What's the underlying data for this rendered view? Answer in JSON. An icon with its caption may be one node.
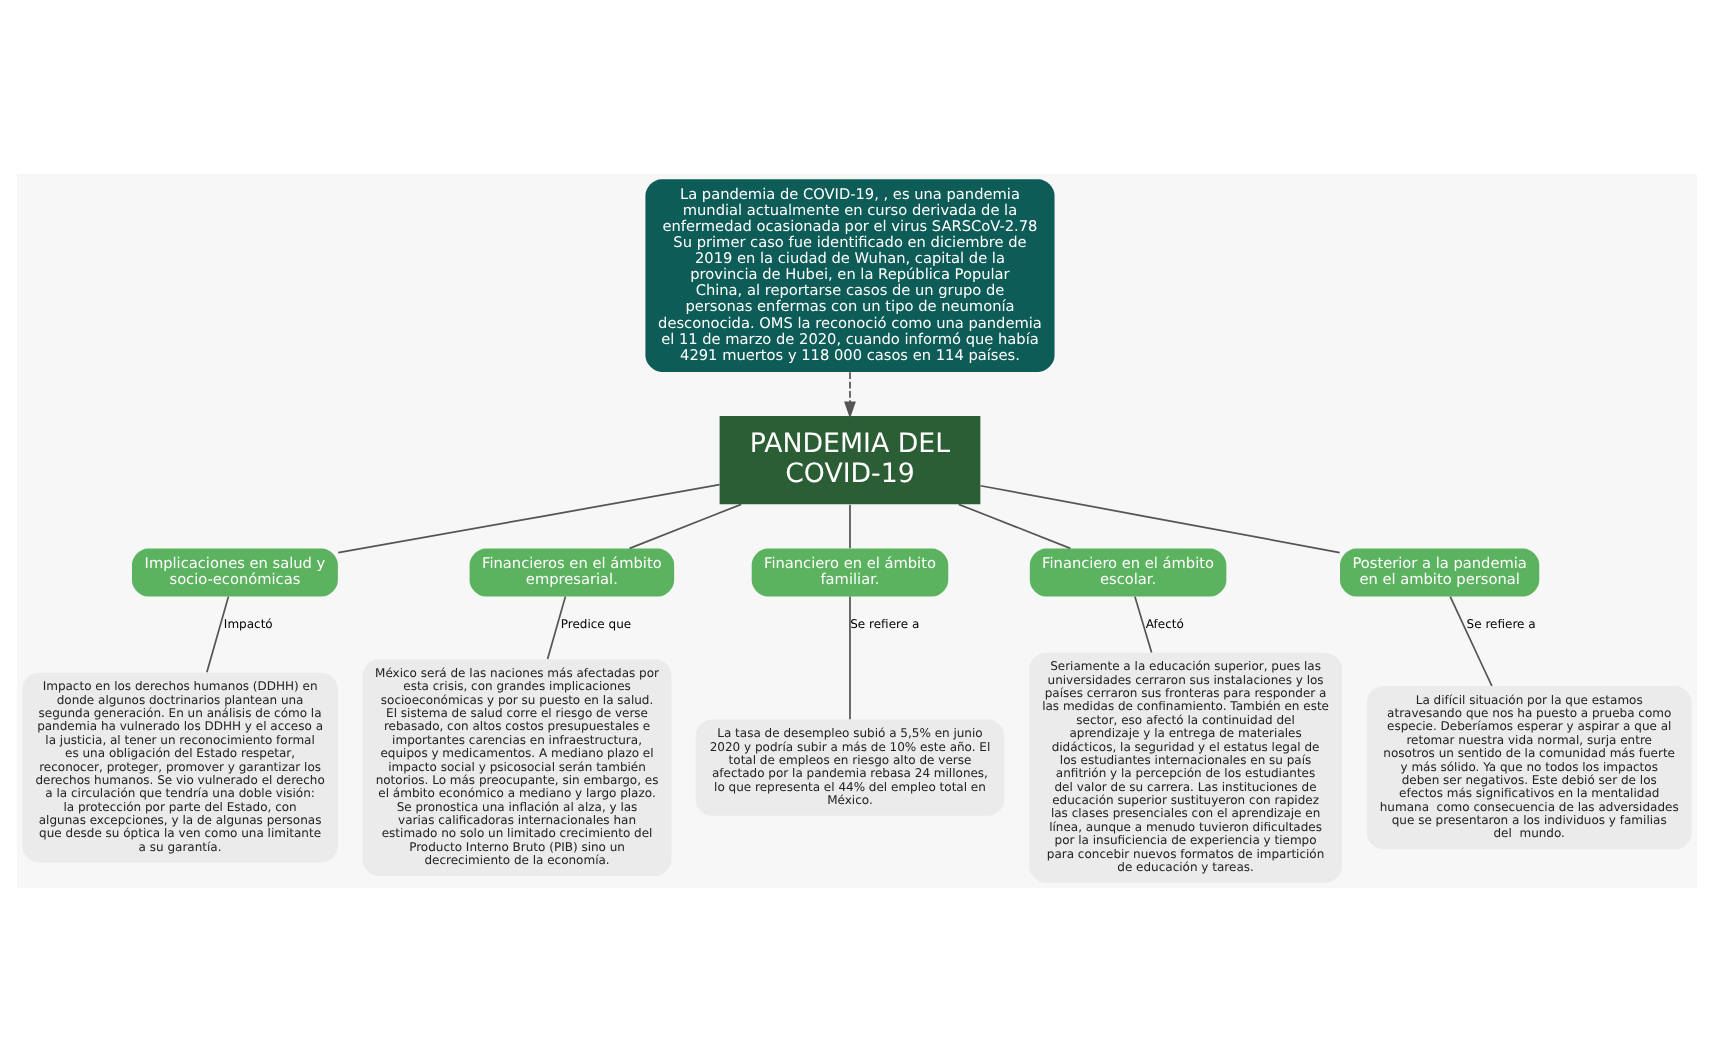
{
  "diagram": {
    "nodes": [
      {
        "text": [
          "La pandemia de COVID-19, , es una pandemia mundial actualmente en curso derivada de la enfermedad ocasionada por el virus SARSCoV-2.78 Su primer caso fue identificado en diciembre de 2019 en la ciudad de Wuhan, capital de la provincia de Hubei, en la República Popular China, al reportarse casos de un grupo de personas enfermas con un tipo de neumonía desconocida. OMS la reconoció como una pandemia el 11 de marzo de 2020, cuando informó que había 4291 muertos y 118 000 casos en 114 países."
        ]
      },
      {
        "text": [
          "PANDEMIA DEL COVID-19"
        ]
      },
      {
        "text": [
          "Implicaciones en salud y socio-económicas"
        ]
      },
      {
        "text": [
          "Financieros en el ámbito empresarial."
        ]
      },
      {
        "text": [
          "Financiero en el ámbito familiar."
        ]
      },
      {
        "text": [
          "Financiero en el ámbito escolar."
        ]
      },
      {
        "text": [
          "Posterior a la pandemia en el ambito personal"
        ]
      },
      {
        "text": [
          "Impacto en los derechos humanos (DDHH) en donde algunos doctrinarios plantean una segunda generación. En un análisis de cómo la pandemia ha vulnerado los DDHH y el acceso a la justicia, al tener un reconocimiento formal es una obligación del Estado respetar, reconocer, proteger, promover y garantizar los derechos humanos. Se vio vulnerado el derecho a la circulación que tendría una doble visión: la protección por parte del Estado, con algunas excepciones, y la de algunas personas que desde su óptica la ven como una limitante a su garantía."
        ]
      },
      {
        "text": [
          "México será de las naciones más afectadas por esta crisis, con grandes implicaciones socioeconómicas y por su puesto en la salud. El sistema de salud corre el riesgo de verse rebasado, con altos costos presupuestales e importantes carencias en infraestructura, equipos y medicamentos. A mediano plazo el impacto social y psicosocial serán también notorios. Lo más preocupante, sin embargo, es el ámbito económico a mediano y largo plazo. Se pronostica una inflación al alza, y las varias calificadoras internacionales han estimado no solo un limitado crecimiento del Producto Interno Bruto (PIB) sino un decrecimiento de la economía."
        ]
      },
      {
        "text": [
          "La tasa de desempleo subió a 5,5% en junio 2020 y podría subir a más de 10% este año. El total de empleos en riesgo alto de verse afectado por la pandemia rebasa 24 millones, lo que representa el 44% del empleo total en México."
        ]
      },
      {
        "text": [
          "Seriamente a la educación superior, pues las universidades cerraron sus instalaciones y los países cerraron sus fronteras para responder a las medidas de confinamiento. También en este sector, eso afectó la continuidad del aprendizaje y la entrega de materiales didácticos, la seguridad y el estatus legal de los estudiantes internacionales en su país anfitrión y la percepción de los estudiantes del valor de su carrera. Las instituciones de educación superior sustituyeron con rapidez las clases presenciales con el aprendizaje en línea, aunque a menudo tuvieron dificultades por la insuficiencia de experiencia y tiempo para concebir nuevos formatos de impartición de educación y tareas."
        ]
      },
      {
        "text": [
          "La difícil situación por la que estamos atravesando que nos ha puesto a prueba como  especie. Deberíamos esperar y aspirar a que al retomar nuestra vida normal, surja entre  nosotros un sentido de la comunidad más fuerte y más sólido. Ya que no todos los impactos  deben ser negativos. Este debió ser de los efectos más significativos en la mentalidad humana  como consecuencia de las adversidades que se presentaron a los individuos y familias del  mundo."
        ]
      }
    ],
    "edges": [
      {
        "from": 0,
        "to": 1,
        "arrow": "to",
        "style": "dashed"
      },
      {
        "from": 1,
        "to": 2,
        "arrow": "none"
      },
      {
        "from": 1,
        "to": 3,
        "arrow": "none"
      },
      {
        "from": 1,
        "to": 4,
        "arrow": "none"
      },
      {
        "from": 1,
        "to": 5,
        "arrow": "none"
      },
      {
        "from": 1,
        "to": 6,
        "arrow": "none"
      },
      {
        "from": 2,
        "to": 7,
        "arrow": "none",
        "label": "Impactó"
      },
      {
        "from": 3,
        "to": 8,
        "arrow": "none",
        "label": "Predice que"
      },
      {
        "from": 4,
        "to": 9,
        "arrow": "none",
        "label": "Se refiere a"
      },
      {
        "from": 5,
        "to": 10,
        "arrow": "none",
        "label": "Afectó"
      },
      {
        "from": 6,
        "to": 11,
        "arrow": "none",
        "label": "Se refiere a"
      }
    ]
  }
}
